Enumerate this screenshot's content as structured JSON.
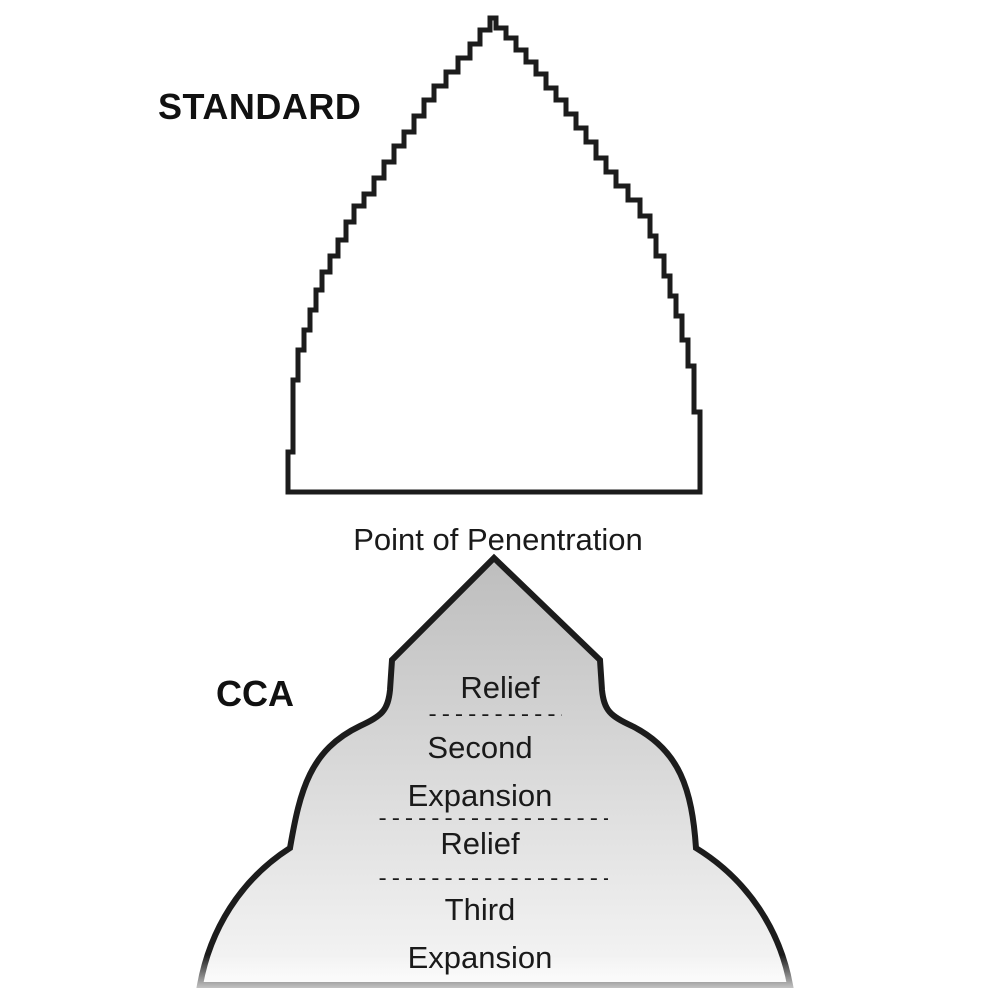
{
  "standard": {
    "title": "STANDARD"
  },
  "cca": {
    "title": "CCA",
    "apex_label": "Point of Penentration",
    "zones": [
      {
        "label": "Relief"
      },
      {
        "label": "Second\nExpansion"
      },
      {
        "label": "Relief"
      },
      {
        "label": "Third\nExpansion"
      }
    ],
    "dividers": [
      "-------------",
      "----------------------",
      "----------------------"
    ]
  },
  "colors": {
    "outline": "#1c1c1c",
    "fill_top": "#bdbdbd",
    "fill_bottom": "#f4f4f4",
    "background": "#ffffff"
  }
}
